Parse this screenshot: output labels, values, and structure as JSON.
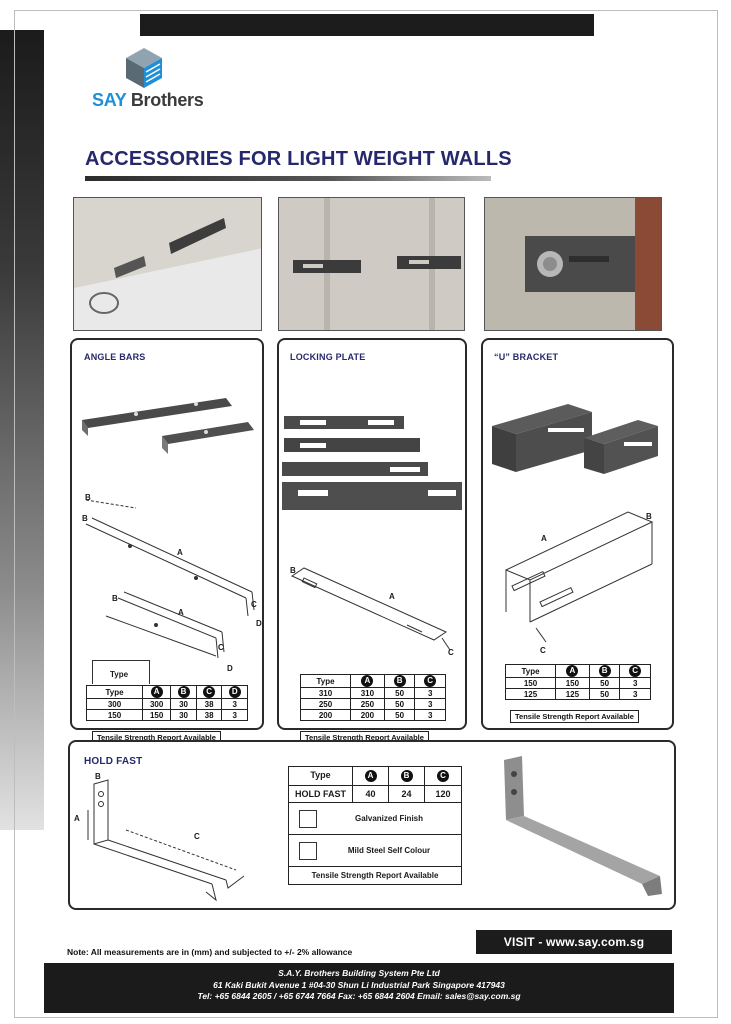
{
  "brand": {
    "say": "SAY",
    "brothers": "Brothers"
  },
  "title": "ACCESSORIES FOR LIGHT WEIGHT WALLS",
  "panels": {
    "angle_bars": {
      "label": "ANGLE BARS",
      "type_tag": "Type",
      "headers": [
        "Type",
        "A",
        "B",
        "C",
        "D"
      ],
      "rows": [
        [
          "300",
          "300",
          "30",
          "38",
          "3"
        ],
        [
          "150",
          "150",
          "30",
          "38",
          "3"
        ]
      ],
      "note": "Tensile Strength Report Available"
    },
    "locking_plate": {
      "label": "LOCKING PLATE",
      "headers": [
        "Type",
        "A",
        "B",
        "C"
      ],
      "rows": [
        [
          "310",
          "310",
          "50",
          "3"
        ],
        [
          "250",
          "250",
          "50",
          "3"
        ],
        [
          "200",
          "200",
          "50",
          "3"
        ]
      ],
      "note": "Tensile Strength Report Available"
    },
    "u_bracket": {
      "label": "“U” BRACKET",
      "headers": [
        "Type",
        "A",
        "B",
        "C"
      ],
      "rows": [
        [
          "150",
          "150",
          "50",
          "3"
        ],
        [
          "125",
          "125",
          "50",
          "3"
        ]
      ],
      "note": "Tensile Strength Report Available"
    },
    "hold_fast": {
      "label": "HOLD FAST",
      "headers": [
        "Type",
        "A",
        "B",
        "C"
      ],
      "row": [
        "HOLD FAST",
        "40",
        "24",
        "120"
      ],
      "finishes": [
        "Galvanized Finish",
        "Mild Steel Self Colour"
      ],
      "note": "Tensile Strength Report Available"
    }
  },
  "diagram_letters": {
    "a": "A",
    "b": "B",
    "c": "C",
    "d": "D"
  },
  "note": "Note: All measurements are in (mm) and subjected to +/- 2% allowance",
  "visit": "VISIT - www.say.com.sg",
  "footer": {
    "company": "S.A.Y. Brothers Building System Pte Ltd",
    "address": "61 Kaki Bukit Avenue 1 #04-30 Shun Li Industrial Park Singapore 417943",
    "contact": "Tel: +65 6844 2605 / +65 6744 7664     Fax: +65 6844 2604     Email: sales@say.com.sg"
  },
  "colors": {
    "title": "#25286b",
    "brand_blue": "#1f8fd6",
    "dark": "#1c1c1c"
  }
}
